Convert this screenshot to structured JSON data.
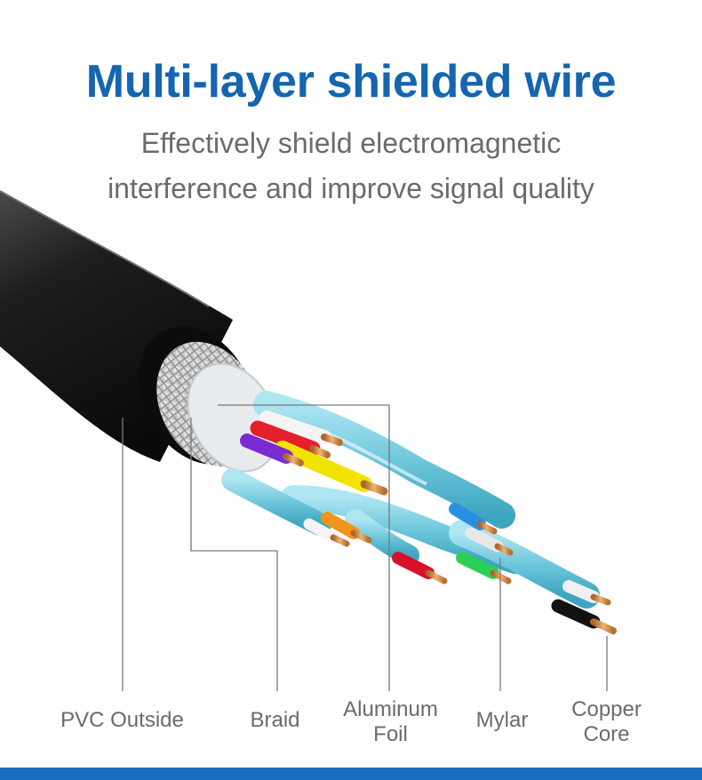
{
  "title": "Multi-layer shielded wire",
  "subtitle": {
    "line1": "Effectively shield electromagnetic",
    "line2": "interference and improve signal quality"
  },
  "labels": {
    "pvc": "PVC Outside",
    "braid": "Braid",
    "aluminum": [
      "Aluminum",
      "Foil"
    ],
    "mylar": "Mylar",
    "copper": [
      "Copper",
      "Core"
    ]
  },
  "colors": {
    "title": "#1565b0",
    "text": "#6b6b6b",
    "jacket": "#1b1b1b",
    "mylar_pair": "#7fd0e2",
    "bottom_bar": "#1a6cc0"
  }
}
